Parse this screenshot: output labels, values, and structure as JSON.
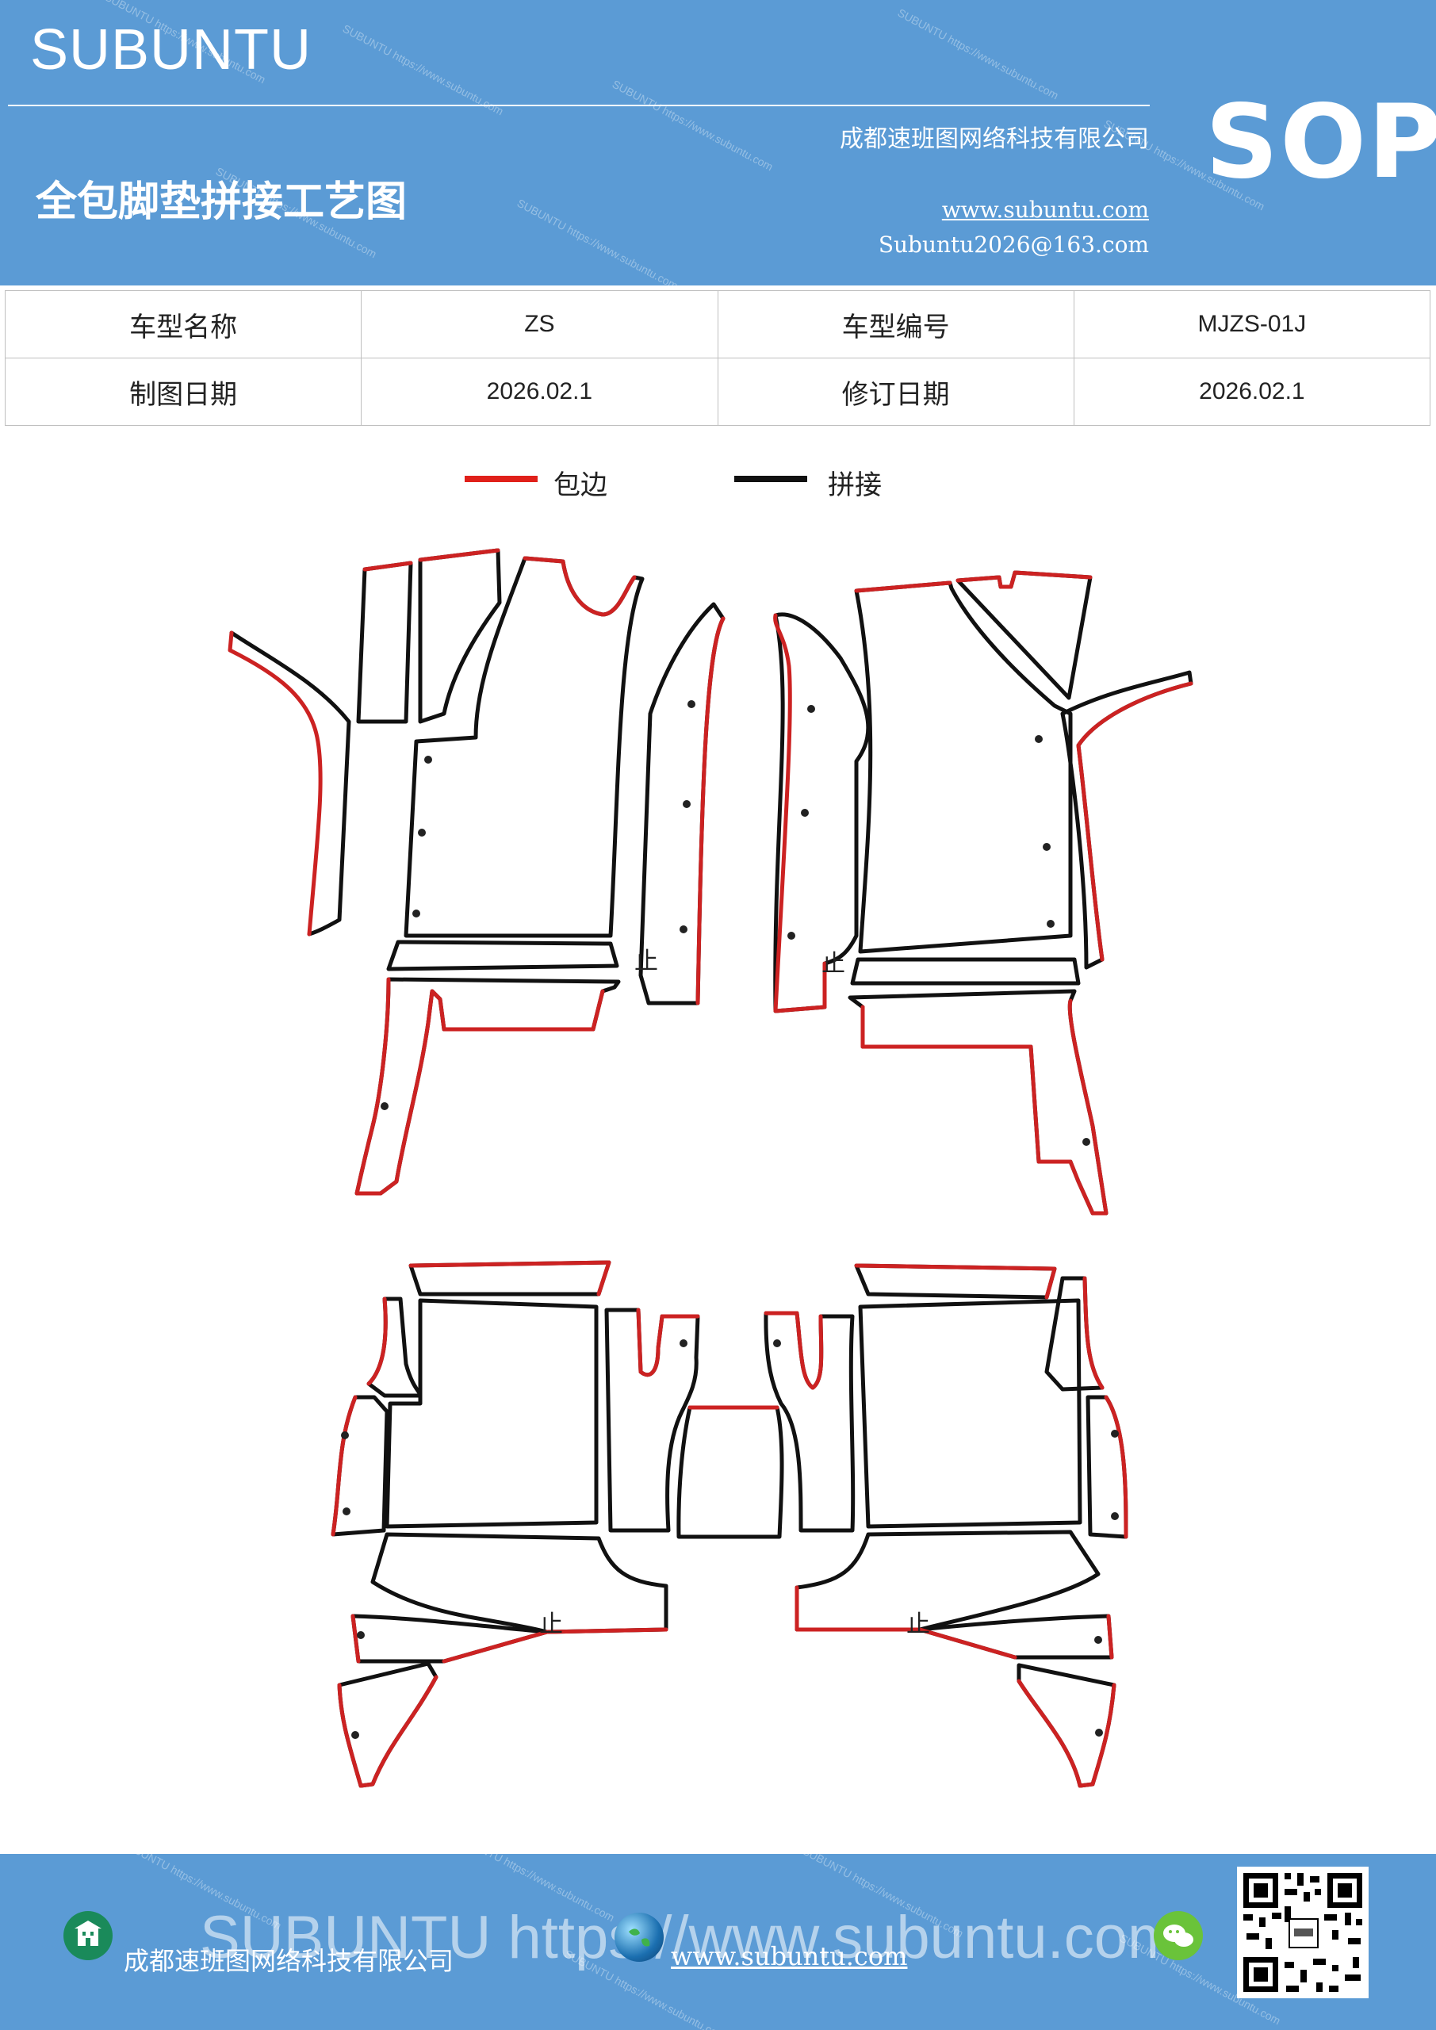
{
  "header": {
    "brand": "SUBUNTU",
    "company": "成都速班图网络科技有限公司",
    "title": "全包脚垫拼接工艺图",
    "website": "www.subuntu.com",
    "email": "Subuntu2026@163.com",
    "badge": "SOP",
    "color": "#5b9bd5"
  },
  "info_table": {
    "rows": [
      [
        "车型名称",
        "ZS",
        "车型编号",
        "MJZS-01J"
      ],
      [
        "制图日期",
        "2026.02.1",
        "修订日期",
        "2026.02.1"
      ]
    ]
  },
  "legend": {
    "items": [
      {
        "label": "包边",
        "color": "#e0201a"
      },
      {
        "label": "拼接",
        "color": "#111111"
      }
    ]
  },
  "drawing": {
    "marker": "止",
    "edge_color": "#cc2222",
    "seam_color": "#111111"
  },
  "footer": {
    "company": "成都速班图网络科技有限公司",
    "website": "www.subuntu.com",
    "watermark": "SUBUNTU https://www.subuntu.com",
    "icons": [
      "building-icon",
      "globe-icon",
      "wechat-icon",
      "qr-code"
    ]
  }
}
